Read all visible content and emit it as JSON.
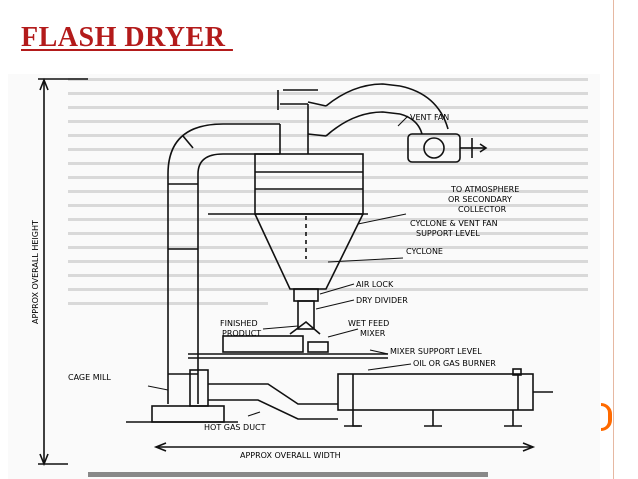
{
  "slide": {
    "title": "FLASH DRYER ",
    "accent_color": "#b31b1b",
    "bullet_color": "#ff6a00"
  },
  "diagram": {
    "labels": {
      "vent_fan": "VENT FAN",
      "to_atmosphere_1": "TO ATMOSPHERE",
      "to_atmosphere_2": "OR SECONDARY",
      "to_atmosphere_3": "COLLECTOR",
      "cyclone_support_1": "CYCLONE & VENT FAN",
      "cyclone_support_2": "SUPPORT LEVEL",
      "cyclone": "CYCLONE",
      "air_lock": "AIR LOCK",
      "dry_divider": "DRY DIVIDER",
      "finished_product_1": "FINISHED",
      "finished_product_2": "PRODUCT",
      "wet_feed_1": "WET FEED",
      "wet_feed_2": "MIXER",
      "mixer_support": "MIXER SUPPORT LEVEL",
      "burner": "OIL OR GAS BURNER",
      "cage_mill": "CAGE MILL",
      "hot_gas_duct": "HOT GAS DUCT",
      "overall_width": "APPROX OVERALL WIDTH",
      "overall_height": "APPROX OVERALL HEIGHT"
    }
  }
}
